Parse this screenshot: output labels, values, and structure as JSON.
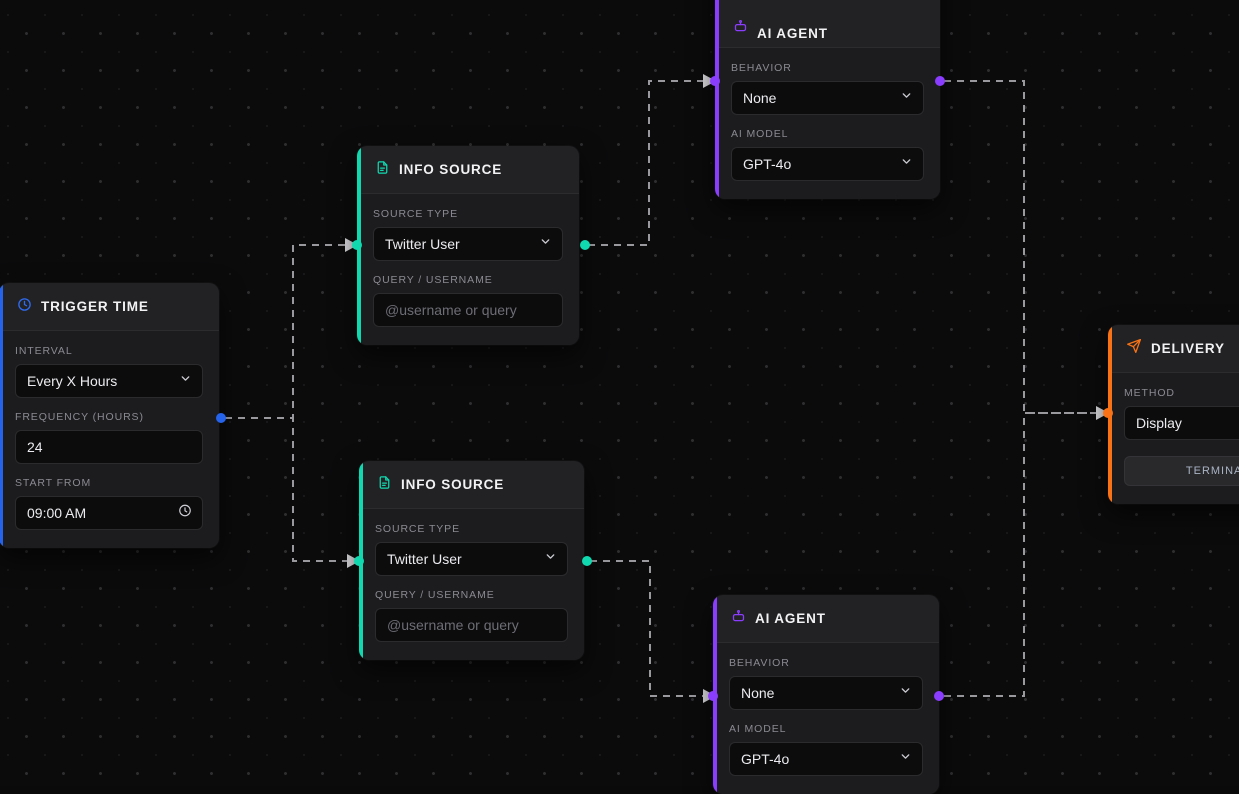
{
  "canvas": {
    "label": "workflow-canvas",
    "background": "#0b0b0c",
    "grid_dot_color": "#2e2e30"
  },
  "colors": {
    "trigger_accent": "#2563eb",
    "source_accent": "#10d9b0",
    "agent_accent": "#8b3dff",
    "delivery_accent": "#f97316",
    "edge": "#9a9a9e",
    "node_bg": "#1c1c1e",
    "header_bg": "#222224",
    "control_bg": "#0c0c0d",
    "label_text": "#8a8a92",
    "value_text": "#ececf0"
  },
  "nodes": [
    {
      "id": "trigger",
      "title": "TRIGGER TIME",
      "icon": "clock-icon",
      "accent": "#2563eb",
      "fields": [
        {
          "label": "INTERVAL",
          "type": "select",
          "value": "Every X Hours"
        },
        {
          "label": "FREQUENCY (HOURS)",
          "type": "text",
          "value": "24"
        },
        {
          "label": "START FROM",
          "type": "time",
          "value": "09:00 AM"
        }
      ]
    },
    {
      "id": "source-1",
      "title": "INFO SOURCE",
      "icon": "document-icon",
      "accent": "#10d9b0",
      "fields": [
        {
          "label": "SOURCE TYPE",
          "type": "select",
          "value": "Twitter User"
        },
        {
          "label": "QUERY / USERNAME",
          "type": "text",
          "value": "",
          "placeholder": "@username or query"
        }
      ]
    },
    {
      "id": "source-2",
      "title": "INFO SOURCE",
      "icon": "document-icon",
      "accent": "#10d9b0",
      "fields": [
        {
          "label": "SOURCE TYPE",
          "type": "select",
          "value": "Twitter User"
        },
        {
          "label": "QUERY / USERNAME",
          "type": "text",
          "value": "",
          "placeholder": "@username or query"
        }
      ]
    },
    {
      "id": "agent-1",
      "title": "AI AGENT",
      "icon": "robot-icon",
      "accent": "#8b3dff",
      "fields": [
        {
          "label": "BEHAVIOR",
          "type": "select",
          "value": "None"
        },
        {
          "label": "AI MODEL",
          "type": "select",
          "value": "GPT-4o"
        }
      ]
    },
    {
      "id": "agent-2",
      "title": "AI AGENT",
      "icon": "robot-icon",
      "accent": "#8b3dff",
      "fields": [
        {
          "label": "BEHAVIOR",
          "type": "select",
          "value": "None"
        },
        {
          "label": "AI MODEL",
          "type": "select",
          "value": "GPT-4o"
        }
      ]
    },
    {
      "id": "delivery",
      "title": "DELIVERY",
      "icon": "send-icon",
      "accent": "#f97316",
      "fields": [
        {
          "label": "METHOD",
          "type": "select",
          "value": "Display"
        }
      ],
      "button": "TERMINAL N"
    }
  ]
}
